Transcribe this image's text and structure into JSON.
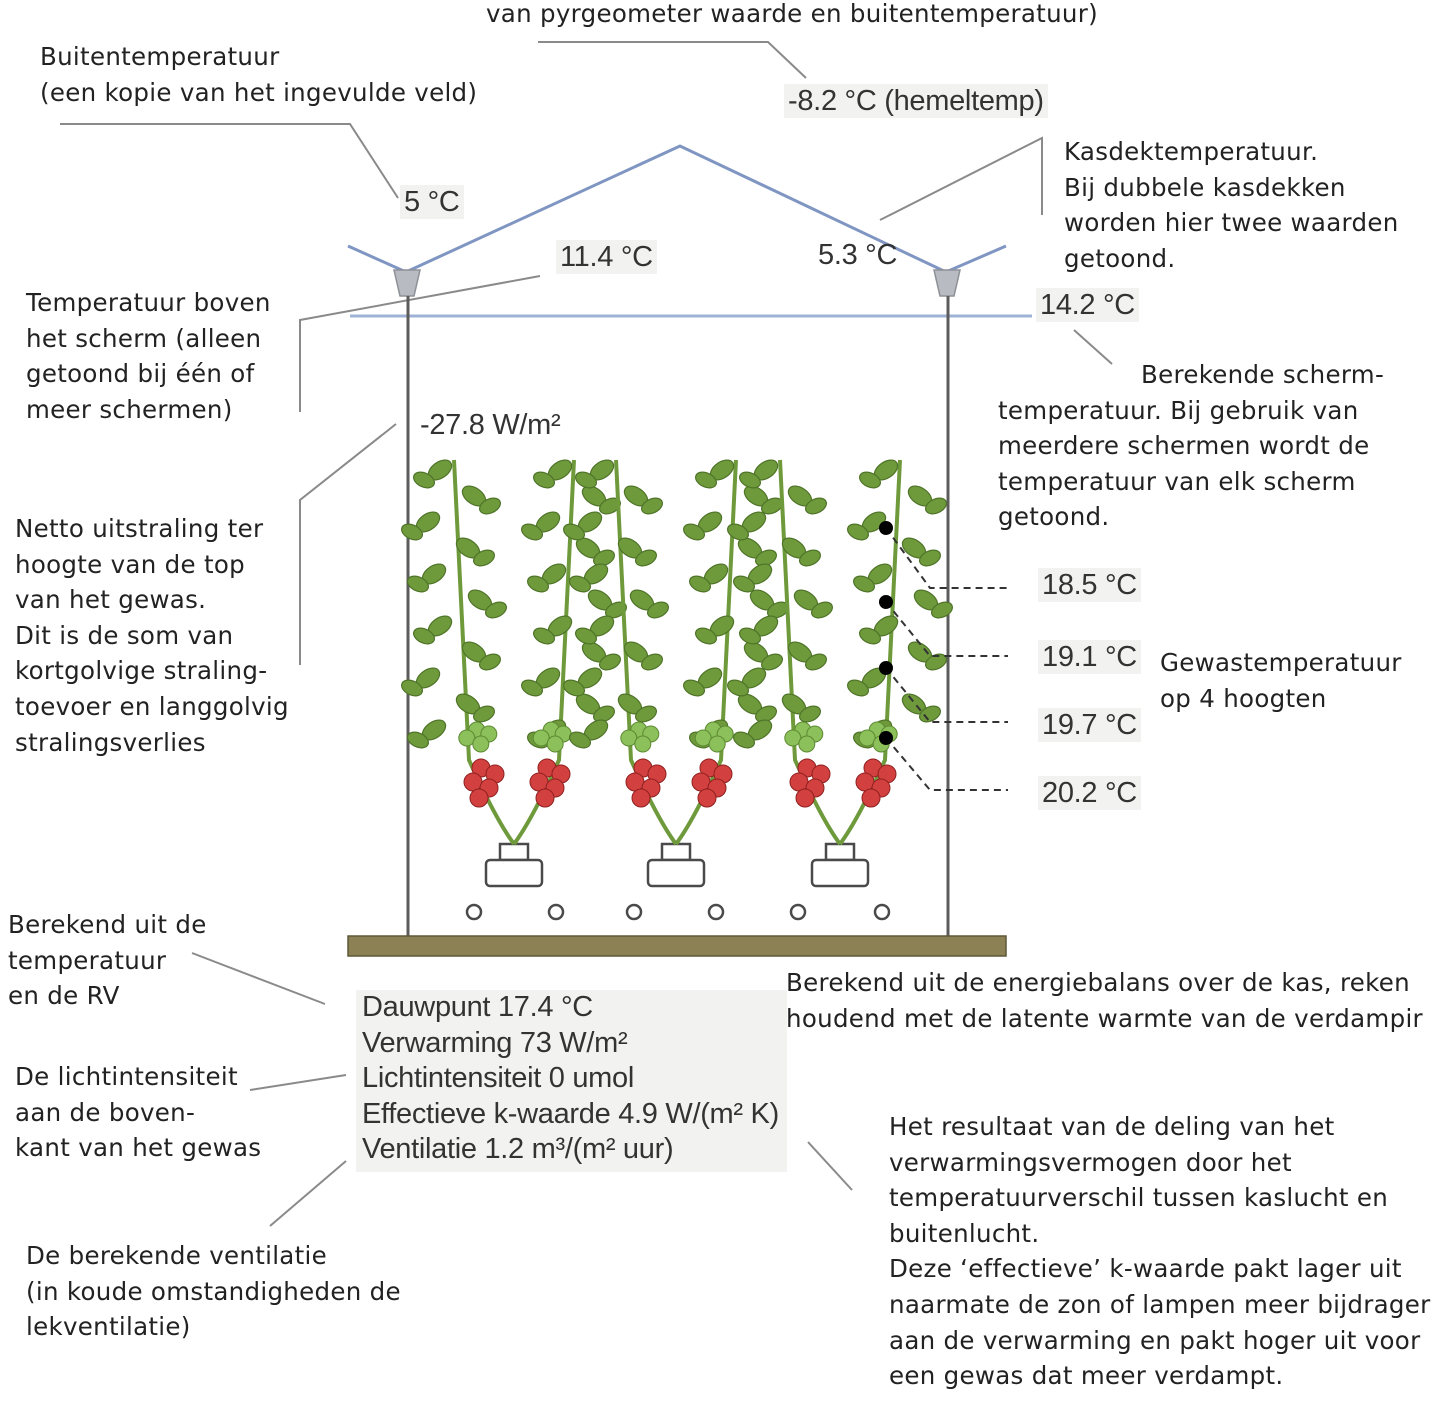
{
  "annotations": {
    "sky_note": "van pyrgeometer waarde en buitentemperatuur)",
    "outside_temp_note": [
      "Buitentemperatuur",
      "(een kopie van het ingevulde veld)"
    ],
    "roof_note": [
      "Kasdektemperatuur.",
      "Bij dubbele kasdekken",
      "worden hier twee waarden",
      "getoond."
    ],
    "above_screen_note": [
      "Temperatuur boven",
      "het scherm (alleen",
      "getoond bij één of",
      "meer schermen)"
    ],
    "screen_note": [
      "Berekende scherm-",
      "temperatuur. Bij gebruik van",
      "meerdere schermen wordt de",
      "temperatuur van elk scherm",
      "getoond."
    ],
    "radiation_note": [
      "Netto uitstraling ter",
      "hoogte van de top",
      "van het gewas.",
      "Dit is de som van",
      "kortgolvige straling-",
      "toevoer en langgolvig",
      "stralingsverlies"
    ],
    "crop_note": [
      "Gewastemperatuur",
      "op 4 hoogten"
    ],
    "dewpoint_note": [
      "Berekend uit de",
      "temperatuur",
      "en de RV"
    ],
    "heating_note": [
      "Berekend uit de  energiebalans over de kas, reken",
      "houdend met de latente warmte van de verdampir"
    ],
    "light_note": [
      "De lichtintensiteit",
      "aan de boven-",
      "kant van het gewas"
    ],
    "ventilation_note": [
      "De berekende ventilatie",
      "(in koude omstandigheden de",
      "lekventilatie)"
    ],
    "kvalue_note": [
      "Het resultaat van de deling van het",
      "verwarmingsvermogen door het",
      "temperatuurverschil tussen kaslucht en",
      "buitenlucht.",
      "Deze ‘effectieve’ k-waarde pakt lager uit",
      "naarmate de zon of lampen meer bijdrager",
      "aan de verwarming en pakt hoger uit voor",
      "een gewas dat meer verdampt."
    ]
  },
  "values": {
    "sky_temp": "-8.2 °C (hemeltemp)",
    "outside_temp": "5 °C",
    "above_screen_temp": "11.4 °C",
    "roof_temp": "5.3 °C",
    "screen_temp": "14.2 °C",
    "net_radiation": "-27.8 W/m²",
    "crop_temps": [
      "18.5 °C",
      "19.1 °C",
      "19.7 °C",
      "20.2 °C"
    ]
  },
  "stats": {
    "dewpoint": "Dauwpunt 17.4 °C",
    "heating": "Verwarming 73 W/m²",
    "light": "Lichtintensiteit 0 umol",
    "kvalue": "Effectieve k-waarde 4.9 W/(m² K)",
    "ventilation": "Ventilatie 1.2 m³/(m² uur)"
  },
  "colors": {
    "roof": "#7f95c2",
    "screen": "#9db2d4",
    "floor": "#8b8154",
    "leaf": "#6e9a3c",
    "tomato": "#d2413f",
    "leader": "#8a8a8a"
  }
}
